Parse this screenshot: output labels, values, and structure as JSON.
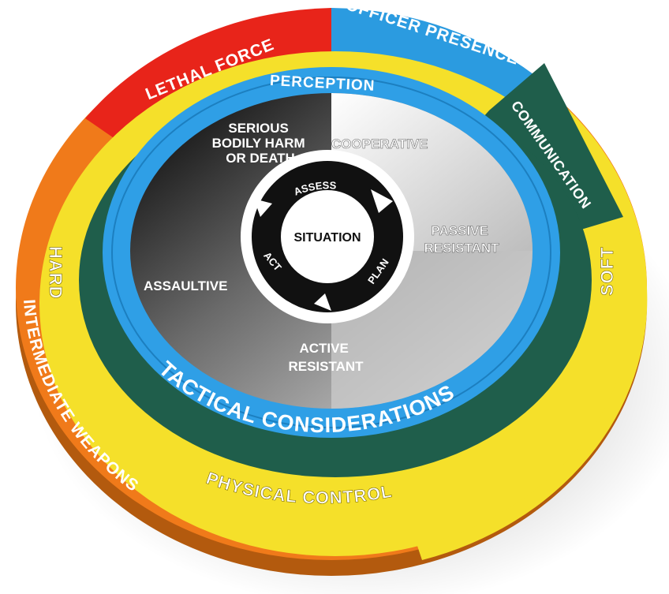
{
  "outer_ring": {
    "lethal_force": "LETHAL FORCE",
    "officer_presence": "OFFICER PRESENCE",
    "intermediate_weapons": "INTERMEDIATE WEAPONS",
    "colors": {
      "lethal": "#e8241a",
      "officer": "#2b9be0",
      "intermediate": "#f07a1a",
      "yellow": "#f5e02a"
    }
  },
  "control_ring": {
    "physical_control": "PHYSICAL CONTROL",
    "hard": "HARD",
    "soft": "SOFT",
    "communication": "COMMUNICATION",
    "color": "#f5e02a"
  },
  "tactical_ring": {
    "label": "TACTICAL CONSIDERATIONS",
    "color": "#1f5e4b"
  },
  "perception_ring": {
    "label": "PERCEPTION",
    "color": "#2f9fe6"
  },
  "behaviour_disc": {
    "serious_line1": "SERIOUS",
    "serious_line2": "BODILY HARM",
    "serious_line3": "OR DEATH",
    "cooperative": "COOPERATIVE",
    "passive_line1": "PASSIVE",
    "passive_line2": "RESISTANT",
    "active_line1": "ACTIVE",
    "active_line2": "RESISTANT",
    "assaultive": "ASSAULTIVE"
  },
  "cycle": {
    "center": "SITUATION",
    "assess": "ASSESS",
    "plan": "PLAN",
    "act": "ACT"
  }
}
